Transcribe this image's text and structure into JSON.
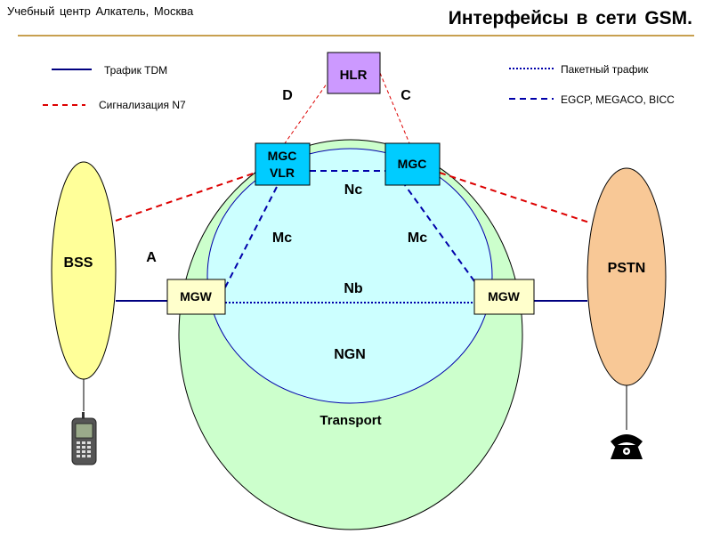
{
  "header": {
    "org": "Учебный центр Алкатель, Москва",
    "title": "Интерфейсы в сети GSM."
  },
  "legend": {
    "tdm": "Трафик TDM",
    "n7": "Сигнализация N7",
    "packet": "Пакетный трафик",
    "egcp": "EGCP, MEGACO, BICC"
  },
  "nodes": {
    "hlr": "HLR",
    "mgc_vlr_line1": "MGC",
    "mgc_vlr_line2": "VLR",
    "mgc": "MGC",
    "mgw_left": "MGW",
    "mgw_right": "MGW",
    "bss": "BSS",
    "pstn": "PSTN"
  },
  "labels": {
    "d": "D",
    "c": "C",
    "a": "A",
    "nc": "Nc",
    "mc_left": "Mc",
    "mc_right": "Mc",
    "nb": "Nb",
    "ngn": "NGN",
    "transport": "Transport"
  },
  "colors": {
    "transport_fill": "#ccffcc",
    "ngn_fill": "#ccffff",
    "bss_fill": "#ffff99",
    "pstn_fill": "#f8c896",
    "mgw_fill": "#ffffcc",
    "mgc_fill": "#00ccff",
    "hlr_fill": "#cc99ff",
    "tdm_line": "#000080",
    "n7_line": "#dd0000",
    "packet_line": "#0000aa",
    "rule": "#c8a050"
  },
  "icons": {
    "mobile": "mobile-phone-icon",
    "telephone": "telephone-icon"
  }
}
